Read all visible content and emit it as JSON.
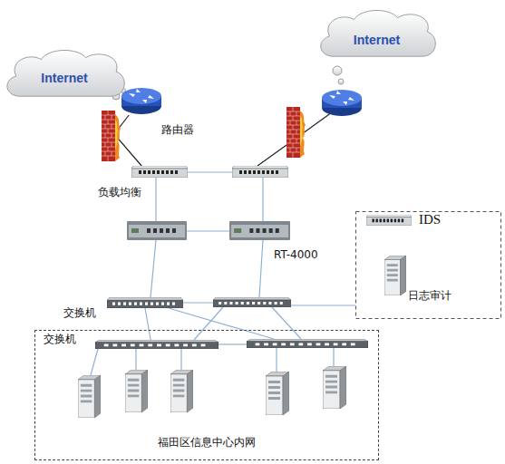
{
  "diagram": {
    "nodes": [
      {
        "text": [
          "Internet"
        ]
      },
      {
        "text": [
          "Internet"
        ]
      },
      {
        "text": [
          "路由器"
        ]
      },
      {
        "text": [
          "负载均衡"
        ]
      },
      {
        "text": [
          "RT-4000"
        ]
      },
      {
        "text": [
          "交换机"
        ]
      },
      {
        "text": [
          "IDS"
        ]
      },
      {
        "text": [
          "日志审计"
        ]
      },
      {
        "text": [
          "福田区信息中心内网"
        ]
      },
      {
        "text": [
          "交换机"
        ],
        "in": 8
      }
    ],
    "edges": [
      {
        "from": 2,
        "to": 3,
        "arrow": "none"
      },
      {
        "from": 5,
        "to": 9,
        "arrow": "none"
      }
    ]
  }
}
